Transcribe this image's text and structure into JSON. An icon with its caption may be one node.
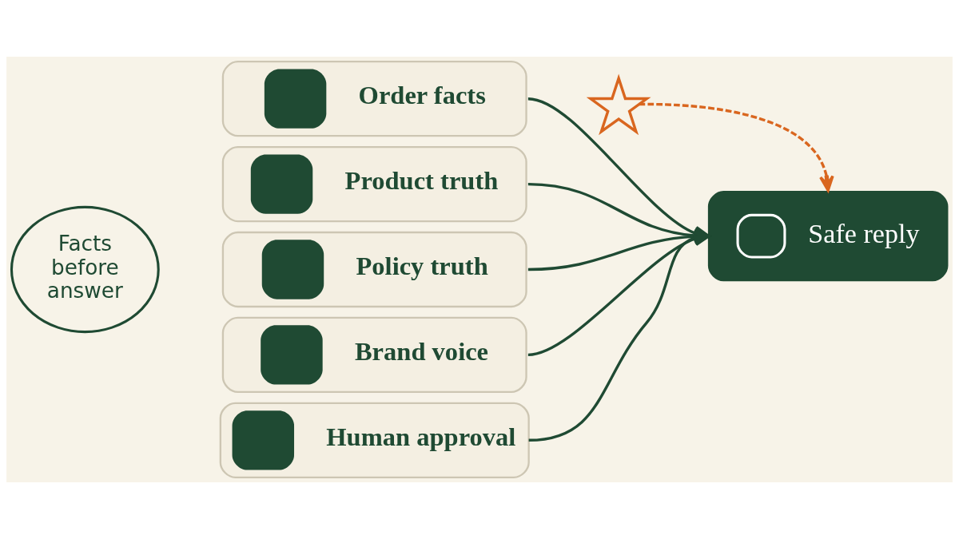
{
  "diagram": {
    "nodes": [
      {
        "text": [
          "Facts before answer"
        ]
      },
      {
        "text": [
          "Order facts"
        ]
      },
      {
        "text": [
          "Product truth"
        ]
      },
      {
        "text": [
          "Policy truth"
        ]
      },
      {
        "text": [
          "Brand voice"
        ]
      },
      {
        "text": [
          "Human approval"
        ]
      },
      {
        "text": [],
        "shape": "star"
      },
      {
        "text": [
          "Safe reply"
        ]
      }
    ],
    "edges": [
      {
        "from": 1,
        "to": 7,
        "arrow": "to"
      },
      {
        "from": 2,
        "to": 7,
        "arrow": "to"
      },
      {
        "from": 3,
        "to": 7,
        "arrow": "to"
      },
      {
        "from": 4,
        "to": 7,
        "arrow": "to"
      },
      {
        "from": 5,
        "to": 7,
        "arrow": "to"
      },
      {
        "from": 6,
        "to": 7,
        "arrow": "to",
        "style": "dashed",
        "color": "#d9661f"
      }
    ]
  }
}
